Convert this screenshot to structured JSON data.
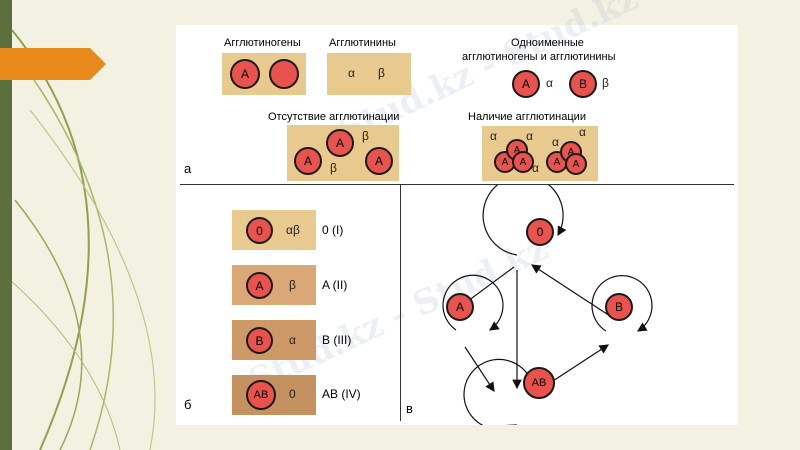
{
  "watermark": "Stud.kz - Stud.kz",
  "panel_a": {
    "letter": "a",
    "agglutinogens_label": "Агглютиногены",
    "agglutinins_label": "Агглютинины",
    "same_name_label_line1": "Одноименные",
    "same_name_label_line2": "агглютиногены и агглютинины",
    "absence_label": "Отсутствие агглютинации",
    "presence_label": "Наличие агглютинации",
    "circle_A": "A",
    "circle_B": "B",
    "alpha": "α",
    "beta": "β"
  },
  "panel_b": {
    "letter": "б",
    "rows": [
      {
        "circle": "0",
        "greek": "αβ",
        "label": "0 (I)"
      },
      {
        "circle": "A",
        "greek": "β",
        "label": "A (II)"
      },
      {
        "circle": "B",
        "greek": "α",
        "label": "B (III)"
      },
      {
        "circle": "AB",
        "greek": "0",
        "label": "AB (IV)"
      }
    ]
  },
  "panel_c": {
    "letter": "в",
    "nodes": [
      "0",
      "A",
      "B",
      "AB"
    ]
  },
  "colors": {
    "panel_bg": "#ffffff",
    "slide_bg": "#f3f1e2",
    "left_bar": "#5d6f3c",
    "arrow_tab": "#e8891c",
    "light_rect": "#e8c98e",
    "dark_rect": "#c49161",
    "cell": "#e8544d"
  }
}
